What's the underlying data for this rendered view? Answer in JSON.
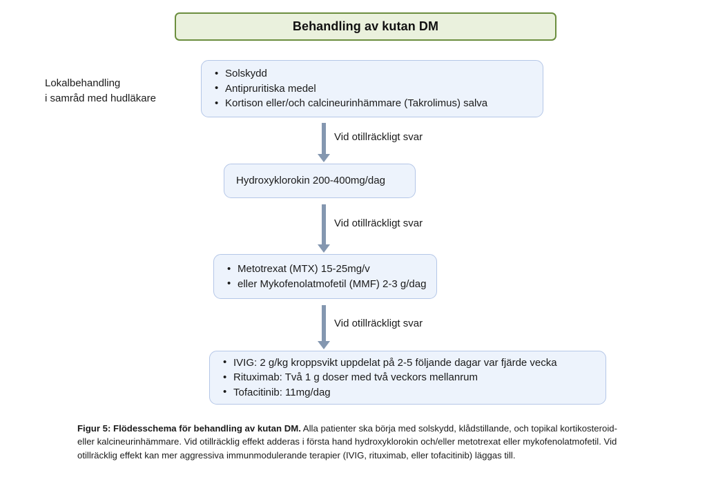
{
  "figure": {
    "title": "Behandling av kutan DM",
    "side_annotation": {
      "line1": "Lokalbehandling",
      "line2": "i samråd med hudläkare"
    },
    "boxes": [
      {
        "id": "local-treatment",
        "kind": "bulleted",
        "items": [
          "Solskydd",
          "Antipruritiska medel",
          "Kortison eller/och calcineurinhämmare (Takrolimus) salva"
        ]
      },
      {
        "id": "hydroxychloroquine",
        "kind": "plain",
        "items": [
          "Hydroxyklorokin 200-400mg/dag"
        ]
      },
      {
        "id": "antimetabolites",
        "kind": "bulleted",
        "items": [
          "Metotrexat (MTX) 15-25mg/v",
          "eller Mykofenolatmofetil (MMF) 2-3 g/dag"
        ]
      },
      {
        "id": "advanced-therapies",
        "kind": "bulleted",
        "items": [
          "IVIG: 2 g/kg kroppsvikt uppdelat på 2-5 följande dagar var fjärde vecka",
          "Rituximab: Två 1 g doser med två veckors mellanrum",
          "Tofacitinib: 11mg/dag"
        ]
      }
    ],
    "arrow_labels": [
      "Vid otillräckligt svar",
      "Vid otillräckligt svar",
      "Vid otillräckligt svar"
    ],
    "caption": {
      "lead": "Figur 5: Flödesschema för behandling av kutan DM.",
      "body": " Alla patienter ska börja med solskydd, klådstillande, och topikal kortikosteroid- eller kalcineurinhämmare. Vid otillräcklig effekt adderas i första hand hydroxyklorokin och/eller  metotrexat eller mykofenolatmofetil. Vid otillräcklig effekt kan mer aggressiva immunmodulerande terapier (IVIG, rituximab, eller tofacitinib) läggas till."
    },
    "colors": {
      "title_fill": "#eaf1dd",
      "title_border": "#6b8e3e",
      "box_fill": "#edf3fc",
      "box_border": "#b4c6e7",
      "arrow": "#8497b0",
      "text": "#1a1a1a",
      "background": "#ffffff"
    }
  }
}
